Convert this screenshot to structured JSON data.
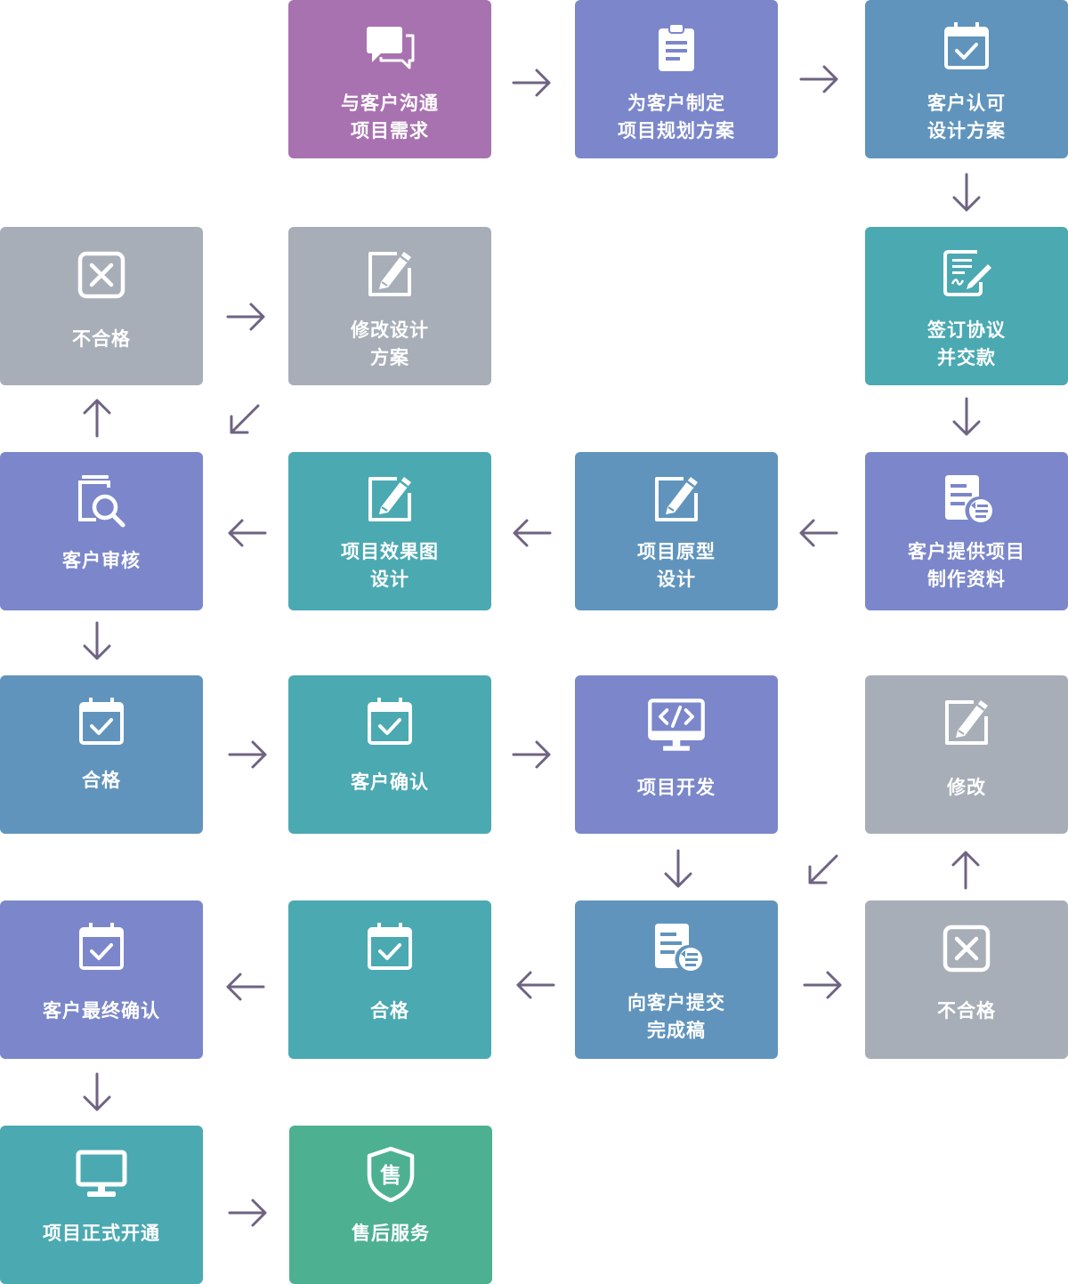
{
  "colors": {
    "purple": "#a872b0",
    "indigo": "#7b87ca",
    "steel": "#6094bc",
    "teal": "#4ba9b1",
    "gray": "#a7aeb8",
    "green": "#4db091",
    "arrow": "#6f6382"
  },
  "steps": {
    "communicate": {
      "icon": "chat-bubbles-icon",
      "lines": [
        "与客户沟通",
        "项目需求"
      ]
    },
    "plan": {
      "icon": "clipboard-icon",
      "lines": [
        "为客户制定",
        "项目规划方案"
      ]
    },
    "approve_design": {
      "icon": "calendar-check-icon",
      "lines": [
        "客户认可",
        "设计方案"
      ]
    },
    "sign_contract": {
      "icon": "contract-sign-icon",
      "lines": [
        "签订协议",
        "并交款"
      ]
    },
    "provide_materials": {
      "icon": "document-list-icon",
      "lines": [
        "客户提供项目",
        "制作资料"
      ]
    },
    "prototype": {
      "icon": "edit-icon",
      "lines": [
        "项目原型",
        "设计"
      ]
    },
    "effect_design": {
      "icon": "edit-icon",
      "lines": [
        "项目效果图",
        "设计"
      ]
    },
    "client_review": {
      "icon": "review-search-icon",
      "lines": [
        "客户审核"
      ]
    },
    "reject_1": {
      "icon": "close-box-icon",
      "lines": [
        "不合格"
      ]
    },
    "revise_design": {
      "icon": "edit-icon",
      "lines": [
        "修改设计",
        "方案"
      ]
    },
    "pass_1": {
      "icon": "calendar-check-icon",
      "lines": [
        "合格"
      ]
    },
    "client_confirm": {
      "icon": "calendar-check-icon",
      "lines": [
        "客户确认"
      ]
    },
    "development": {
      "icon": "code-monitor-icon",
      "lines": [
        "项目开发"
      ]
    },
    "revise": {
      "icon": "edit-icon",
      "lines": [
        "修改"
      ]
    },
    "submit_final": {
      "icon": "document-list-icon",
      "lines": [
        "向客户提交",
        "完成稿"
      ]
    },
    "reject_2": {
      "icon": "close-box-icon",
      "lines": [
        "不合格"
      ]
    },
    "pass_2": {
      "icon": "calendar-check-icon",
      "lines": [
        "合格"
      ]
    },
    "final_confirm": {
      "icon": "calendar-check-icon",
      "lines": [
        "客户最终确认"
      ]
    },
    "launch": {
      "icon": "monitor-icon",
      "lines": [
        "项目正式开通"
      ]
    },
    "after_sales": {
      "icon": "shield-icon",
      "lines": [
        "售后服务"
      ],
      "icon_glyph": "售"
    }
  }
}
